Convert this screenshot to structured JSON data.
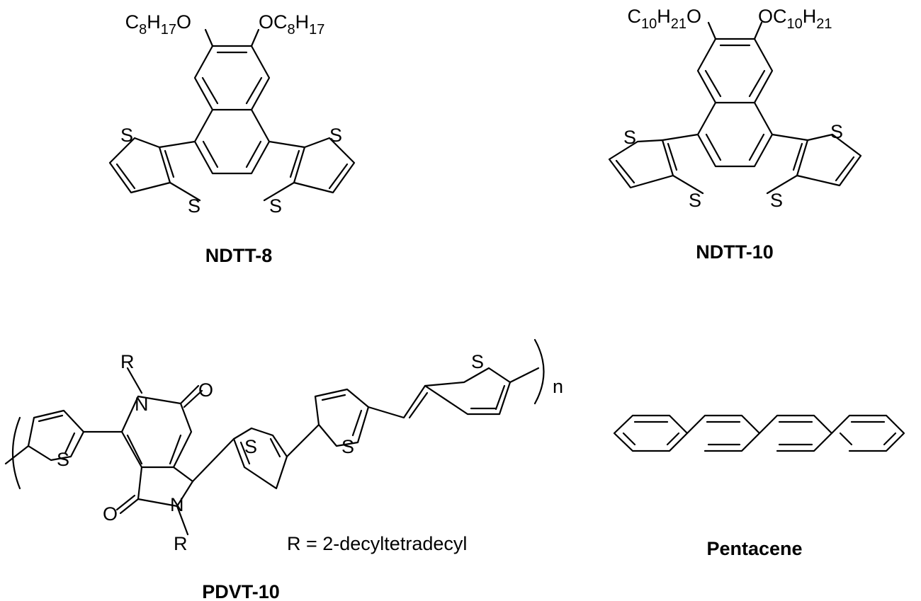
{
  "molecules": {
    "ndtt8": {
      "name": "NDTT-8",
      "substituent_left": {
        "main": "C",
        "sub1": "8",
        "main2": "H",
        "sub2": "17",
        "tail": "O"
      },
      "substituent_right": {
        "main": "OC",
        "sub1": "8",
        "main2": "H",
        "sub2": "17"
      },
      "atom_s": "S"
    },
    "ndtt10": {
      "name": "NDTT-10",
      "substituent_left": {
        "main": "C",
        "sub1": "10",
        "main2": "H",
        "sub2": "21",
        "tail": "O"
      },
      "substituent_right": {
        "main": "OC",
        "sub1": "10",
        "main2": "H",
        "sub2": "21"
      },
      "atom_s": "S"
    },
    "pdvt10": {
      "name": "PDVT-10",
      "r_group": "R",
      "atom_n": "N",
      "atom_o": "O",
      "atom_s": "S",
      "repeat": "n",
      "r_definition": "R = 2-decyltetradecyl"
    },
    "pentacene": {
      "name": "Pentacene"
    }
  }
}
